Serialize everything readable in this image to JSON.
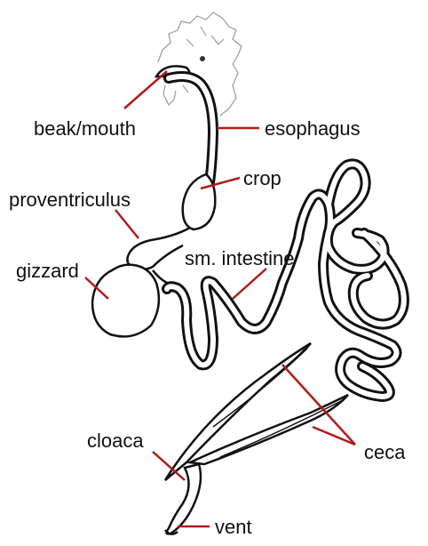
{
  "labels": {
    "beak": "beak/mouth",
    "esophagus": "esophagus",
    "crop": "crop",
    "proventriculus": "proventriculus",
    "gizzard": "gizzard",
    "small_intestine": "sm. intestine",
    "cloaca": "cloaca",
    "ceca": "ceca",
    "vent": "vent"
  },
  "colors": {
    "leader_lines": "#b01b1b",
    "outline": "#111111",
    "head_sketch": "#9a9a9a",
    "text": "#111111"
  }
}
